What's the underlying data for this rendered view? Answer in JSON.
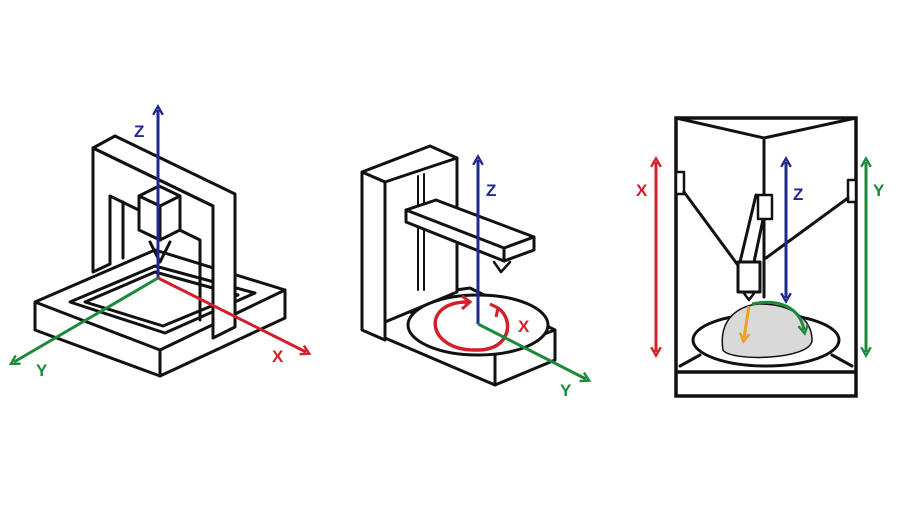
{
  "diagrams": [
    {
      "name": "cartesian-printer",
      "axes": [
        {
          "label": "Z",
          "color": "#1f2a8c"
        },
        {
          "label": "X",
          "color": "#d0202a"
        },
        {
          "label": "Y",
          "color": "#1c8a3a"
        }
      ]
    },
    {
      "name": "polar-printer",
      "axes": [
        {
          "label": "Z",
          "color": "#1f2a8c"
        },
        {
          "label": "X",
          "color": "#d0202a"
        },
        {
          "label": "Y",
          "color": "#1c8a3a"
        }
      ]
    },
    {
      "name": "delta-printer",
      "axes": [
        {
          "label": "X",
          "color": "#d0202a"
        },
        {
          "label": "Z",
          "color": "#1f2a8c"
        },
        {
          "label": "Y",
          "color": "#1c8a3a"
        }
      ],
      "extra_arrow_colors": {
        "orange": "#f0a020",
        "green": "#1c8a3a"
      },
      "print_object_fill": "#d9d9d9"
    }
  ]
}
